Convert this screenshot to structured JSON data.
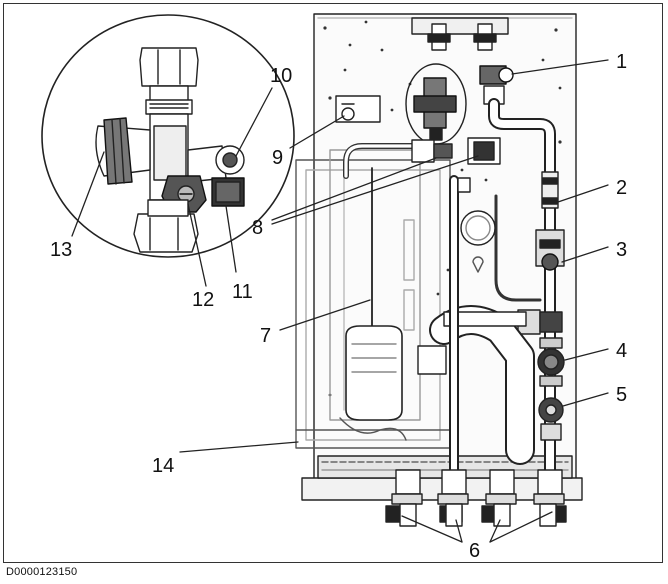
{
  "figure": {
    "document_id": "D0000123150",
    "callouts": [
      "1",
      "2",
      "3",
      "4",
      "5",
      "6",
      "7",
      "8",
      "9",
      "10",
      "11",
      "12",
      "13",
      "14"
    ]
  }
}
